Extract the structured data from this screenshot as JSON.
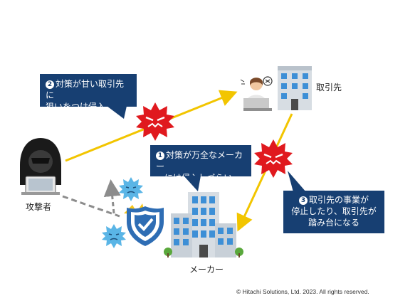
{
  "callouts": {
    "partner_target": {
      "num": "2",
      "line1": "対策が甘い取引先に",
      "line2": "狙いをつけ侵入"
    },
    "maker_hard": {
      "num": "1",
      "line1": "対策が万全なメーカー",
      "line2": "には侵入しづらい"
    },
    "partner_stepping": {
      "num": "3",
      "line1": "取引先の事業が",
      "line2": "停止したり、取引先が",
      "line3": "踏み台になる"
    }
  },
  "labels": {
    "attacker": "攻撃者",
    "partner": "取引先",
    "maker": "メーカー"
  },
  "copyright": "© Hitachi Solutions, Ltd. 2023. All rights reserved.",
  "colors": {
    "navy": "#173f72",
    "arrow_yellow": "#f2c500",
    "virus_red": "#e0191e",
    "virus_blue": "#5ab5e6",
    "building_blue": "#3d8fd6",
    "shield_blue": "#2e6db4",
    "arrow_gray": "#8c8c8c"
  }
}
